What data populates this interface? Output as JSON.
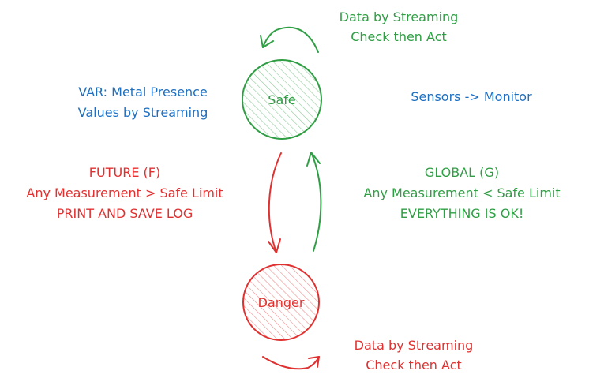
{
  "colors": {
    "safe": "#2f9e44",
    "danger": "#e03131",
    "info": "#1e6fc0"
  },
  "states": {
    "safe": {
      "label": "Safe"
    },
    "danger": {
      "label": "Danger"
    }
  },
  "notes": {
    "var_line1": "VAR: Metal Presence",
    "var_line2": "Values by Streaming",
    "sensors": "Sensors -> Monitor",
    "safe_loop_line1": "Data by Streaming",
    "safe_loop_line2": "Check then Act",
    "danger_loop_line1": "Data by Streaming",
    "danger_loop_line2": "Check then Act"
  },
  "transitions": {
    "future": {
      "line1": "FUTURE (F)",
      "line2": "Any Measurement > Safe Limit",
      "line3": "PRINT AND SAVE LOG"
    },
    "global": {
      "line1": "GLOBAL (G)",
      "line2": "Any Measurement < Safe Limit",
      "line3": "EVERYTHING IS OK!"
    }
  }
}
